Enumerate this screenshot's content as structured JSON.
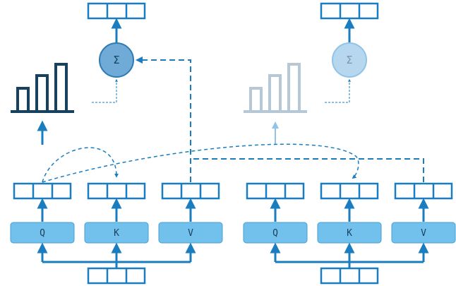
{
  "left_block": {
    "projections": [
      "Q",
      "K",
      "V"
    ],
    "sum_symbol": "Σ"
  },
  "right_block": {
    "projections": [
      "Q",
      "K",
      "V"
    ],
    "sum_symbol": "Σ"
  },
  "colors": {
    "primary": "#1a7dc0",
    "dark": "#17425f",
    "box_fill": "#72c1ec",
    "box_stroke": "#4a9fd2",
    "circle_fill": "#6fabd6",
    "circle_stroke": "#2d7bb4",
    "faded_bar": "#b6c8d5",
    "faded_circle": "#b6d7ee",
    "faded_arrow": "#8fc3e7"
  }
}
